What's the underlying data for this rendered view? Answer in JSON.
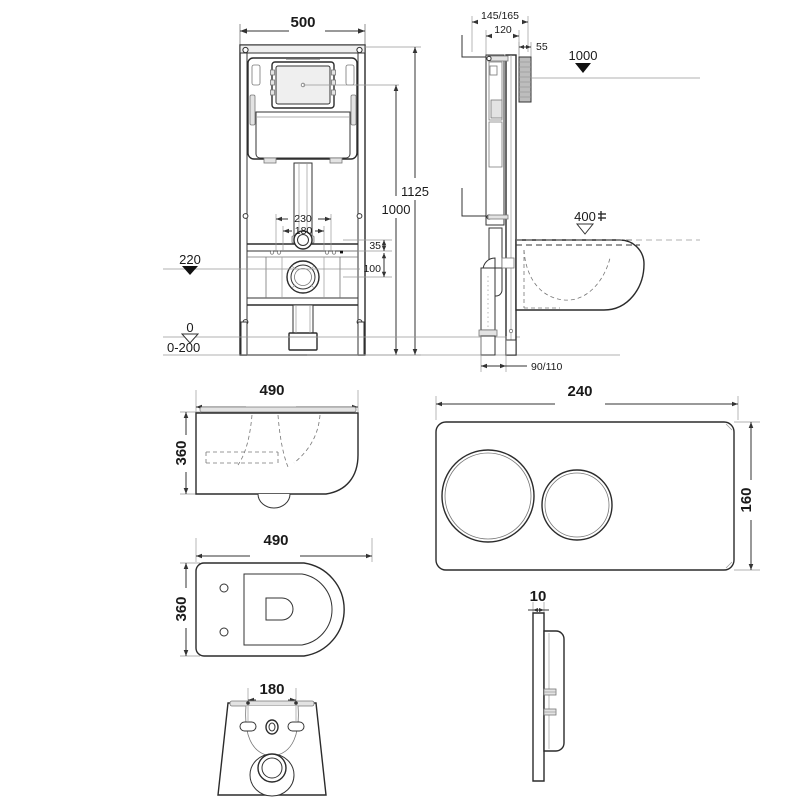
{
  "document": {
    "type": "technical-drawing",
    "subject": "Concealed cistern frame with wall-hung toilet and flush plate",
    "units": "mm",
    "background_color": "#ffffff",
    "line_color": "#333333"
  },
  "views": {
    "frame_front": {
      "name": "Concealed cistern frame - front elevation",
      "dimensions": {
        "width": "500",
        "height_total": "1125",
        "height_secondary": "1000",
        "outlet_spacing_outer": "230",
        "outlet_spacing_inner": "180",
        "offset_small": "35",
        "offset_large": "100"
      },
      "levels": [
        {
          "label": "220",
          "marker": "filled"
        },
        {
          "label": "0",
          "marker": "hollow"
        }
      ],
      "floor_note": "0-200"
    },
    "frame_side": {
      "name": "Concealed cistern frame - side elevation with toilet",
      "dimensions": {
        "depth_range": "145/165",
        "depth_inner": "120",
        "plate_offset": "55",
        "waste_outlet": "90/110"
      },
      "levels": [
        {
          "label": "1000",
          "marker": "filled"
        },
        {
          "label": "400",
          "marker": "hollow"
        }
      ]
    },
    "toilet_side": {
      "name": "Wall hung toilet - side view",
      "dimensions": {
        "length": "490",
        "height": "360"
      }
    },
    "toilet_plan": {
      "name": "Wall hung toilet - plan view",
      "dimensions": {
        "length": "490",
        "width": "360"
      }
    },
    "toilet_rear": {
      "name": "Wall hung toilet - rear view",
      "dimensions": {
        "bolt_spacing": "180"
      }
    },
    "flush_plate_front": {
      "name": "Dual flush plate - front view",
      "dimensions": {
        "width": "240",
        "height": "160"
      },
      "buttons": [
        {
          "name": "full-flush-button",
          "size": "large"
        },
        {
          "name": "half-flush-button",
          "size": "small"
        }
      ]
    },
    "flush_plate_side": {
      "name": "Dual flush plate - side profile",
      "dimensions": {
        "thickness": "10"
      }
    }
  },
  "labels": {
    "d500": "500",
    "d1125": "1125",
    "d1000": "1000",
    "d230": "230",
    "d180": "180",
    "d35": "35",
    "d100": "100",
    "d220": "220",
    "d0": "0",
    "d0_200": "0-200",
    "d145_165": "145/165",
    "d120": "120",
    "d55": "55",
    "d1000b": "1000",
    "d400": "400",
    "d90_110": "90/110",
    "d490a": "490",
    "d360a": "360",
    "d490b": "490",
    "d360b": "360",
    "d180b": "180",
    "d240": "240",
    "d160": "160",
    "d10": "10"
  }
}
